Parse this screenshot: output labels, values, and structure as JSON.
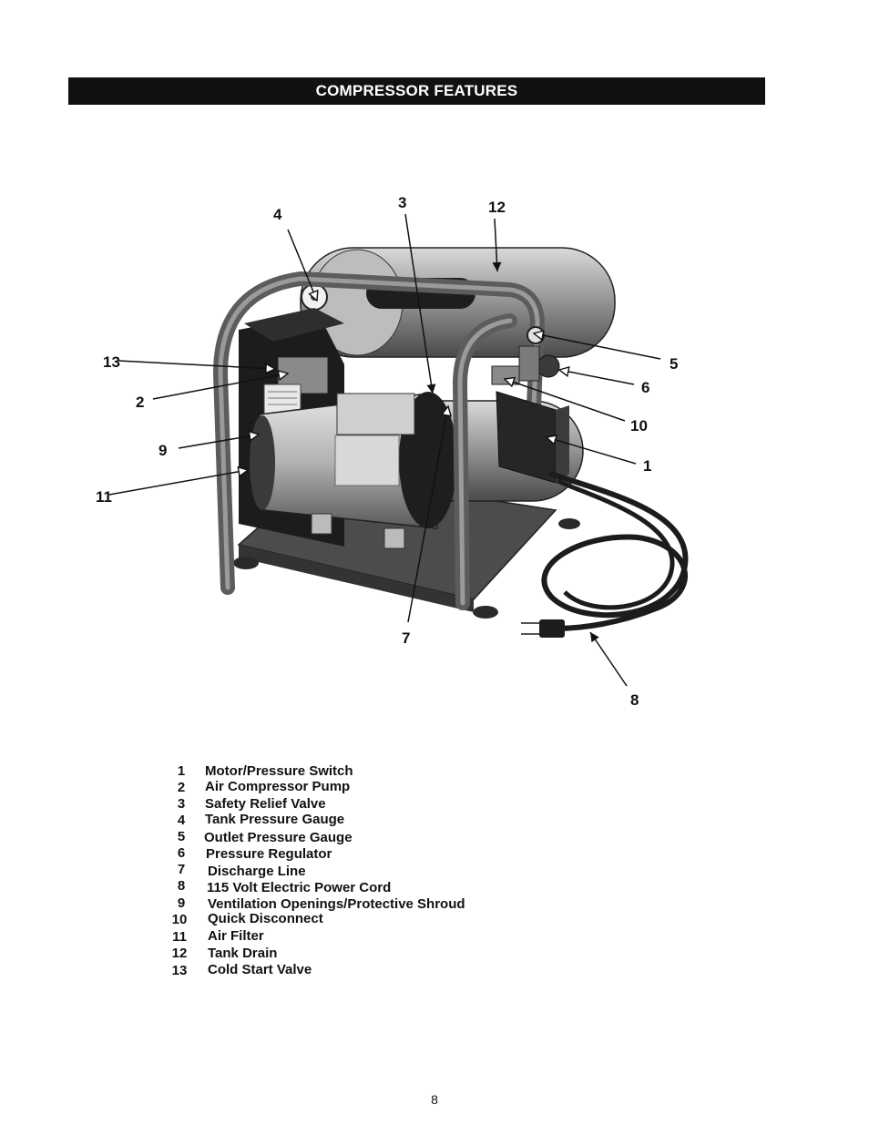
{
  "header": {
    "title": "COMPRESSOR FEATURES"
  },
  "callouts": {
    "c1": "1",
    "c2": "2",
    "c3": "3",
    "c4": "4",
    "c5": "5",
    "c6": "6",
    "c7": "7",
    "c8": "8",
    "c9": "9",
    "c10": "10",
    "c11": "11",
    "c12": "12",
    "c13": "13"
  },
  "legend": [
    {
      "num": "1",
      "label": "Motor/Pressure Switch"
    },
    {
      "num": "2",
      "label": "Air Compressor Pump"
    },
    {
      "num": "3",
      "label": "Safety Relief Valve"
    },
    {
      "num": "4",
      "label": "Tank Pressure Gauge"
    },
    {
      "num": "5",
      "label": "Outlet Pressure Gauge"
    },
    {
      "num": "6",
      "label": "Pressure Regulator"
    },
    {
      "num": "7",
      "label": "Discharge Line"
    },
    {
      "num": "8",
      "label": "115 Volt Electric Power Cord"
    },
    {
      "num": "9",
      "label": "Ventilation Openings/Protective Shroud"
    },
    {
      "num": "10",
      "label": "Quick Disconnect"
    },
    {
      "num": "11",
      "label": "Air Filter"
    },
    {
      "num": "12",
      "label": "Tank Drain"
    },
    {
      "num": "13",
      "label": "Cold Start Valve"
    }
  ],
  "footer": {
    "page_number": "8"
  }
}
